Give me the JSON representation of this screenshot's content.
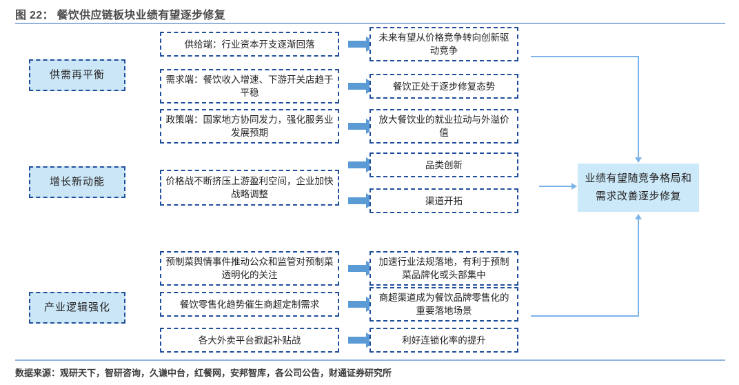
{
  "figure": {
    "label": "图 22：",
    "title": "餐饮供应链板块业绩有望逐步修复",
    "full_title": "图 22：    餐饮供应链板块业绩有望逐步修复"
  },
  "colors": {
    "dashed_border": "#1F4E9C",
    "category_fill": "#CBE7F7",
    "conclusion_fill": "#CBE9F8",
    "block_arrow": "#5B9BD5",
    "thin_connector": "#7CB3E8",
    "rule": "#8FB4DE",
    "title_text": "#4D4D4D"
  },
  "categories": [
    {
      "id": "supply-demand-rebalance",
      "label": "供需再平衡"
    },
    {
      "id": "new-growth-drivers",
      "label": "增长新动能"
    },
    {
      "id": "industry-logic-strengthening",
      "label": "产业逻辑强化"
    }
  ],
  "rows": [
    {
      "group": "supply-demand-rebalance",
      "cause": "供给端：行业资本开支逐渐回落",
      "effect": "未来有望从价格竞争转向创新驱动竞争"
    },
    {
      "group": "supply-demand-rebalance",
      "cause": "需求端：餐饮收入增速、下游开关店趋于平稳",
      "effect": "餐饮正处于逐步修复态势"
    },
    {
      "group": "supply-demand-rebalance",
      "cause": "政策端：国家地方协同发力，强化服务业发展预期",
      "effect": "放大餐饮业的就业拉动与外溢价值"
    },
    {
      "group": "new-growth-drivers",
      "cause": "价格战不断挤压上游盈利空间，企业加快战略调整",
      "effect": "品类创新"
    },
    {
      "group": "new-growth-drivers",
      "cause": "",
      "effect": "渠道开拓"
    },
    {
      "group": "industry-logic-strengthening",
      "cause": "预制菜舆情事件推动公众和监管对预制菜透明化的关注",
      "effect": "加速行业法规落地，有利于预制菜品牌化或头部集中"
    },
    {
      "group": "industry-logic-strengthening",
      "cause": "餐饮零售化趋势催生商超定制需求",
      "effect": "商超渠道成为餐饮品牌零售化的重要落地场景"
    },
    {
      "group": "industry-logic-strengthening",
      "cause": "各大外卖平台掀起补贴战",
      "effect": "利好连锁化率的提升"
    }
  ],
  "conclusion": {
    "text": "业绩有望随竞争格局和需求改善逐步修复"
  },
  "footer": {
    "source": "数据来源：观研天下，智研咨询，久谦中台，红餐网，安邦智库，各公司公告，财通证券研究所"
  }
}
